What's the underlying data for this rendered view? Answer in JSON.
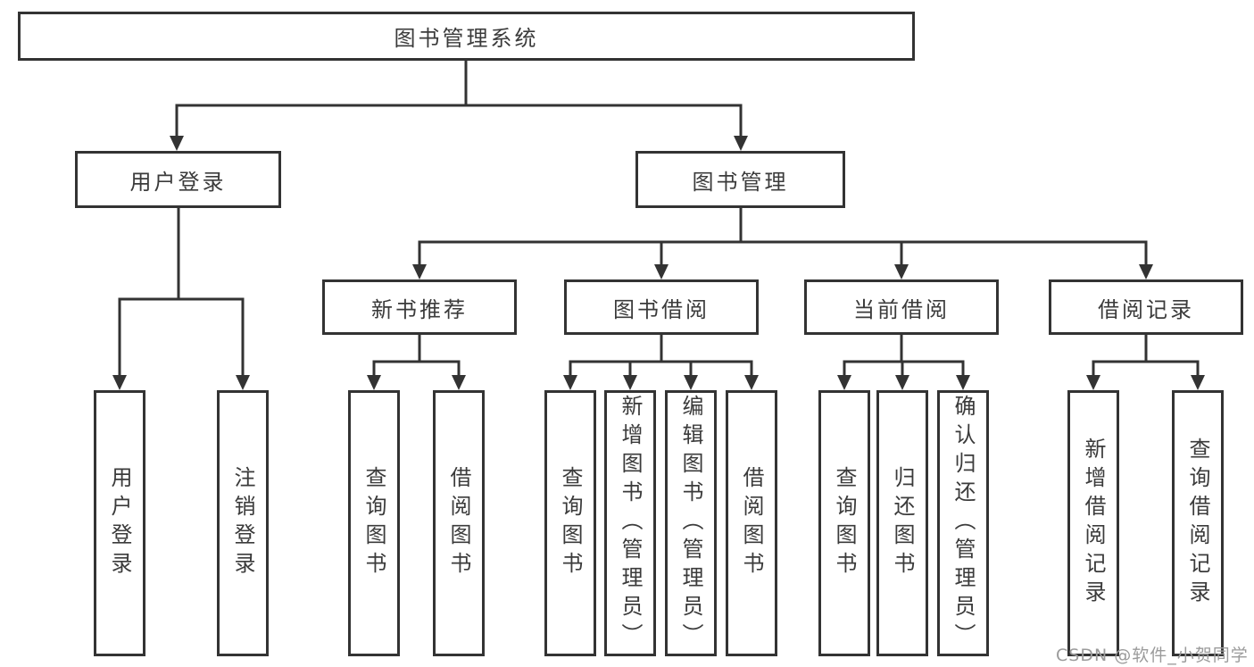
{
  "colors": {
    "line": "#333333",
    "box_border": "#333333",
    "text": "#3b3b3b",
    "watermark": "#9b9b9b",
    "background": "#ffffff"
  },
  "watermark": {
    "text": "CSDN @软件_小贺同学"
  },
  "tree": {
    "root": {
      "label": "图书管理系统"
    },
    "level1": [
      {
        "label": "用户登录",
        "children": [
          {
            "label": "用户登录"
          },
          {
            "label": "注销登录"
          }
        ]
      },
      {
        "label": "图书管理",
        "children": [
          {
            "label": "新书推荐",
            "children": [
              {
                "label": "查询图书"
              },
              {
                "label": "借阅图书"
              }
            ]
          },
          {
            "label": "图书借阅",
            "children": [
              {
                "label": "查询图书"
              },
              {
                "label": "新增图书（管理员）"
              },
              {
                "label": "编辑图书（管理员）"
              },
              {
                "label": "借阅图书"
              }
            ]
          },
          {
            "label": "当前借阅",
            "children": [
              {
                "label": "查询图书"
              },
              {
                "label": "归还图书"
              },
              {
                "label": "确认归还（管理员）"
              }
            ]
          },
          {
            "label": "借阅记录",
            "children": [
              {
                "label": "新增借阅记录"
              },
              {
                "label": "查询借阅记录"
              }
            ]
          }
        ]
      }
    ]
  }
}
